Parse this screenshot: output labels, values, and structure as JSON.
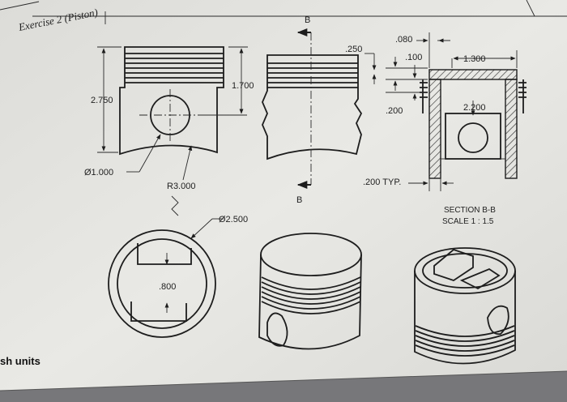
{
  "page": {
    "title": "Exercise 2 (Piston)",
    "units_note": "sh units"
  },
  "front_view": {
    "dim_height": "2.750",
    "dim_groove_depth": "1.700",
    "dim_pin_hole": "Ø1.000",
    "dim_skirt_radius": "R3.000"
  },
  "side_view": {
    "cut_label_top": "B",
    "cut_label_bottom": "B",
    "dim_ring_gap": ".250"
  },
  "section_view": {
    "dim_top_thickness": ".080",
    "dim_ring": ".100",
    "dim_width": "1.300",
    "dim_land": ".200",
    "dim_height": "2.200",
    "dim_wall": ".200 TYP.",
    "section_label": "SECTION B-B",
    "scale_label": "SCALE 1 : 1.5"
  },
  "bottom_view": {
    "dim_diameter": "Ø2.500",
    "dim_boss_gap": ".800"
  }
}
